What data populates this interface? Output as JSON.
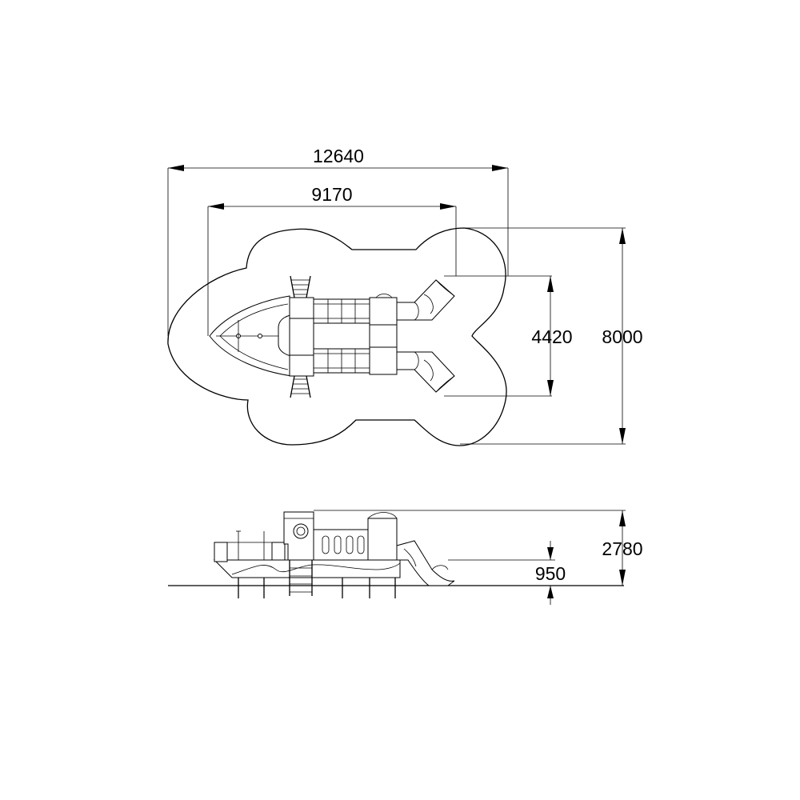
{
  "drawing": {
    "plan_view": {
      "overall_length": "12640",
      "structure_length": "9170",
      "structure_width": "4420",
      "overall_width": "8000"
    },
    "side_view": {
      "overall_height": "2780",
      "platform_height": "950"
    }
  }
}
